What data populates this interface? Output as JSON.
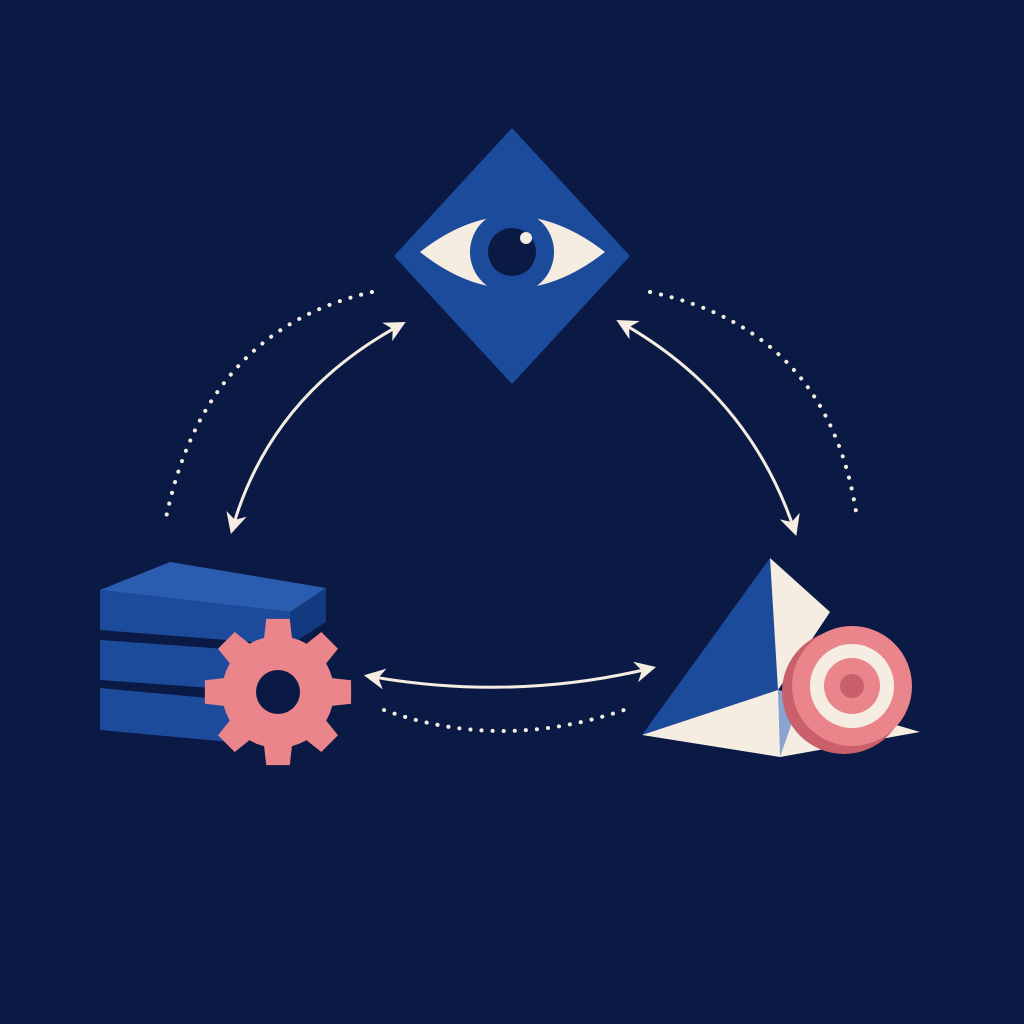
{
  "colors": {
    "background": "#0b1a45",
    "primary_blue": "#1c4b9c",
    "dark_blue": "#133a80",
    "cream": "#f6ede2",
    "pink": "#e9858b",
    "dark_pink": "#c9606a"
  },
  "nodes": [
    {
      "icon": "eye-icon",
      "shape": "diamond"
    },
    {
      "icon": "database-gear-icon",
      "shape": "stacked-slabs"
    },
    {
      "icon": "pyramid-target-icon",
      "shape": "pyramid"
    }
  ],
  "connections": [
    {
      "from": "eye-icon",
      "to": "database-gear-icon",
      "style": "double-arrow"
    },
    {
      "from": "eye-icon",
      "to": "pyramid-target-icon",
      "style": "double-arrow"
    },
    {
      "from": "database-gear-icon",
      "to": "pyramid-target-icon",
      "style": "double-arrow"
    }
  ]
}
